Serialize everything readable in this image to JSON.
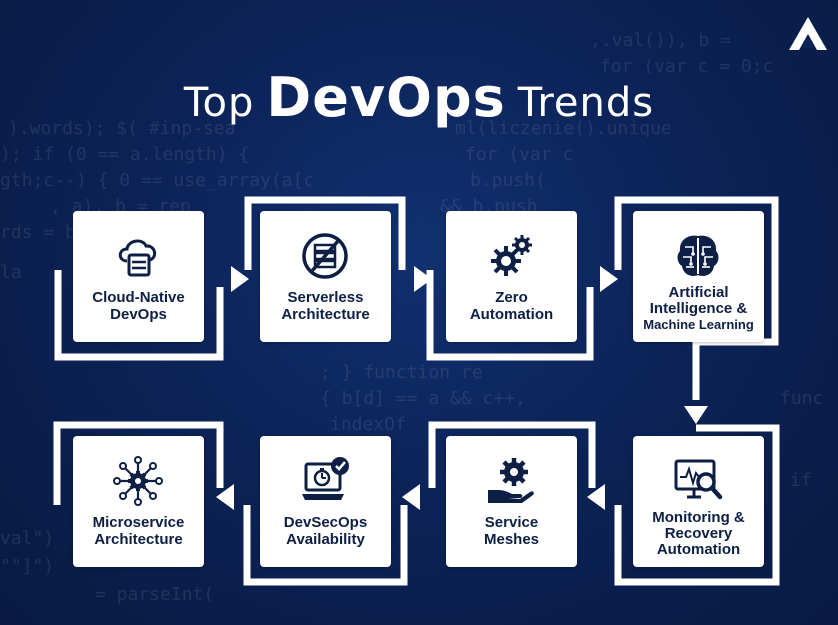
{
  "title": {
    "prefix": "Top",
    "emphasis": "DevOps",
    "suffix": "Trends"
  },
  "colors": {
    "background": "#0c2358",
    "card": "#ffffff",
    "text": "#0d1f44",
    "flow_line": "#ffffff"
  },
  "background_code": [
    ").words); $( #inp-sea",
    "); if (0 == a.length) {",
    "gth;c--) { 0 == use_array(a[c",
    ", a), b = rep",
    "rds = b",
    "b.push(",
    "la",
    ",.val()), b =",
    "for (var c = 0;c",
    "ml(liczenie().unique",
    "for (var c",
    "&& b.push",
    "; } function re",
    "{ b[d] == a && c++,",
    "indexOf",
    "if",
    "val\")",
    "\"\"]\")",
    "= parseInt(",
    "func"
  ],
  "steps": [
    {
      "icon": "cloud-server-icon",
      "lines": [
        "Cloud-Native",
        "DevOps"
      ]
    },
    {
      "icon": "serverless-icon",
      "lines": [
        "Serverless",
        "Architecture"
      ]
    },
    {
      "icon": "gears-icon",
      "lines": [
        "Zero",
        "Automation"
      ]
    },
    {
      "icon": "brain-chip-icon",
      "lines": [
        "Artificial",
        "Intelligence &"
      ],
      "sub": "Machine Learning"
    },
    {
      "icon": "monitor-search-icon",
      "lines": [
        "Monitoring &",
        "Recovery",
        "Automation"
      ]
    },
    {
      "icon": "gear-hand-icon",
      "lines": [
        "Service",
        "Meshes"
      ]
    },
    {
      "icon": "laptop-timer-check-icon",
      "lines": [
        "DevSecOps",
        "Availability"
      ]
    },
    {
      "icon": "microservice-hub-icon",
      "lines": [
        "Microservice",
        "Architecture"
      ]
    }
  ]
}
